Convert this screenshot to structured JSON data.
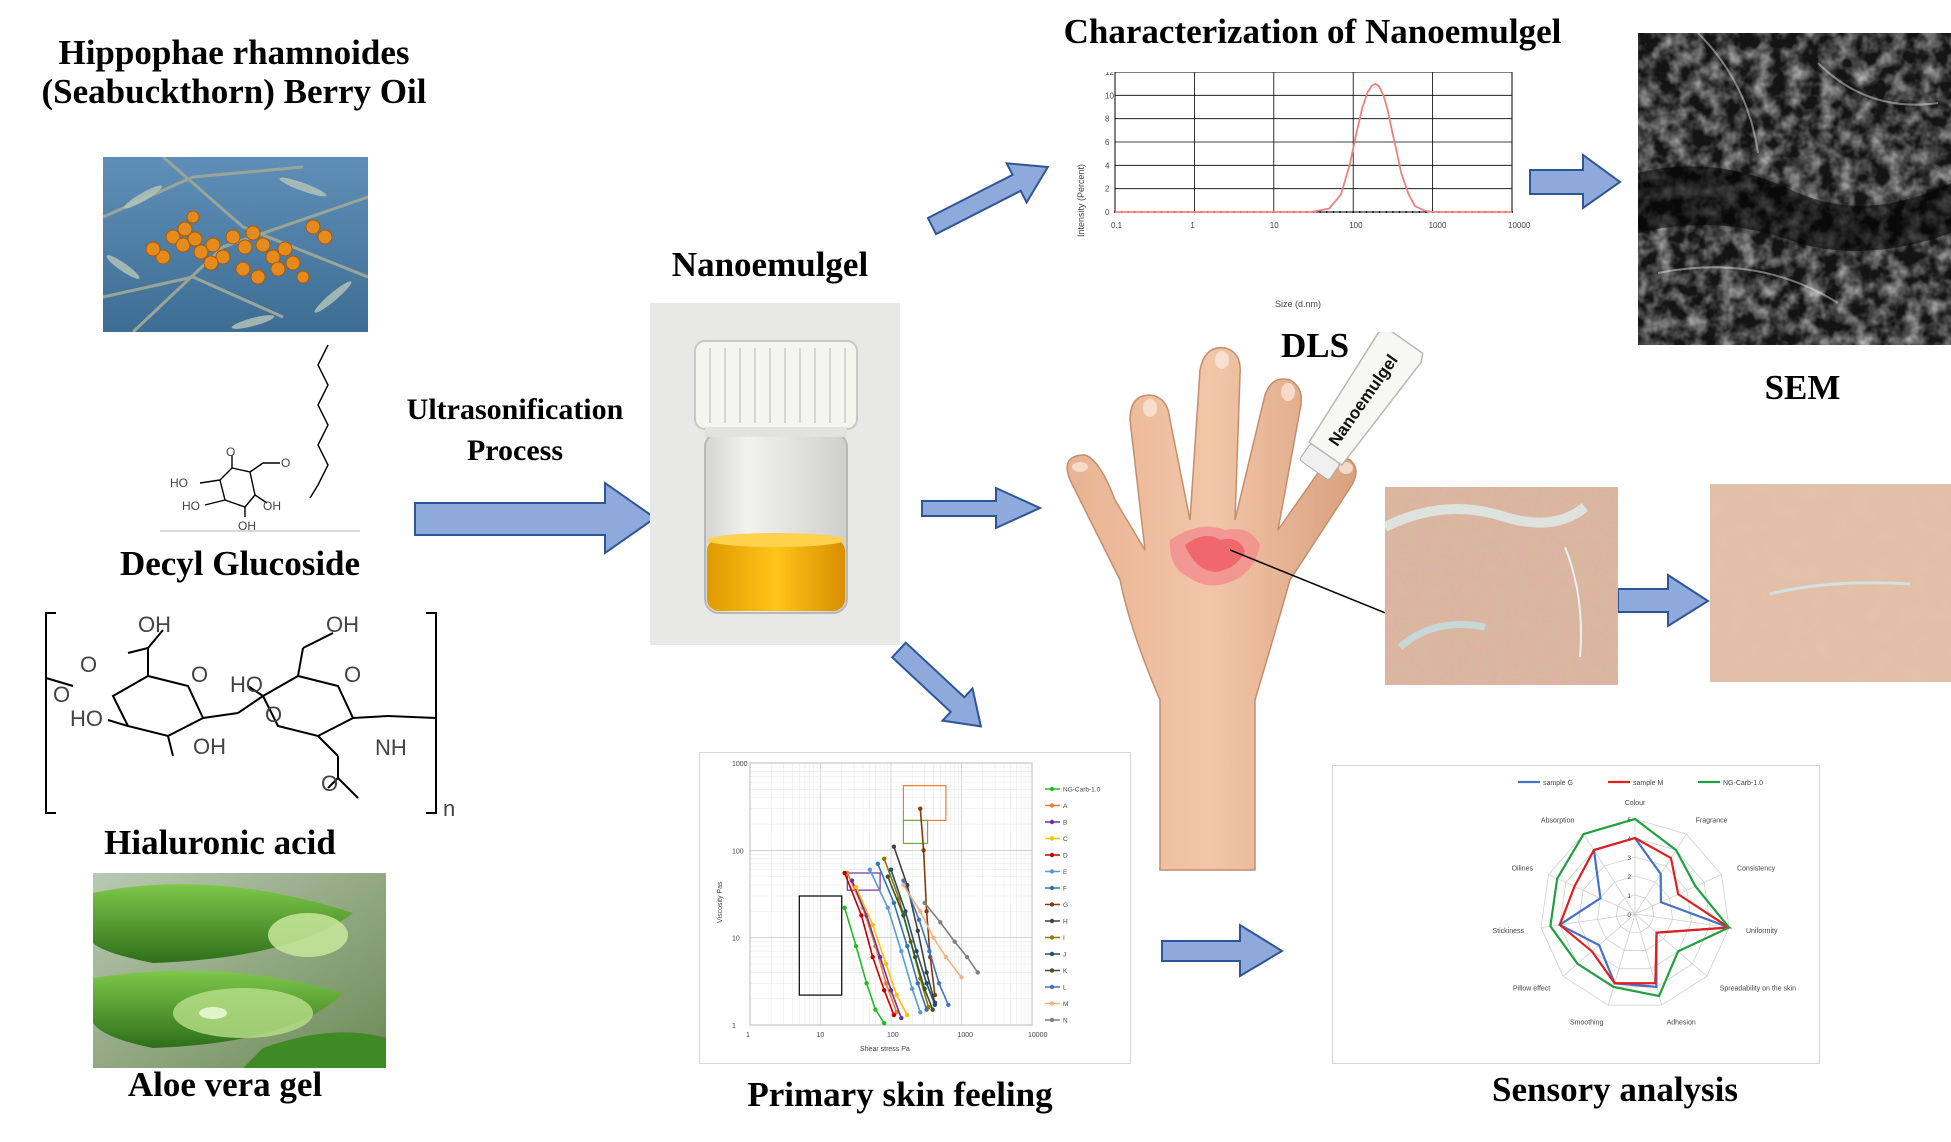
{
  "labels": {
    "seabuckthorn": "Hippophae rhamnoides\n(Seabuckthorn) Berry Oil",
    "decyl": "Decyl Glucoside",
    "hyaluronic": "Hialuronic acid",
    "aloe": "Aloe vera gel",
    "process": "Ultrasonification\nProcess",
    "nanoemulgel": "Nanoemulgel",
    "characterization": "Characterization of Nanoemulgel",
    "dls": "DLS",
    "sem": "SEM",
    "skin_feeling": "Primary skin feeling",
    "sensory": "Sensory analysis",
    "tube": "Nanoemulgel"
  },
  "molecules": {
    "decyl_groups": [
      "HO",
      "O",
      "HO",
      "OH",
      "OH",
      "O"
    ],
    "ha_groups": [
      "OH",
      "O",
      "O",
      "HO",
      "O",
      "HO",
      "OH",
      "OH",
      "O",
      "O",
      "NH",
      "O",
      "n"
    ]
  },
  "colors": {
    "arrow_fill": "#8EA9DB",
    "arrow_stroke": "#2F5597",
    "gel": "#F2B000",
    "dls_curve": "#F08080"
  },
  "chart_data": [
    {
      "type": "line",
      "name": "DLS",
      "xlabel": "Size (d.nm)",
      "ylabel": "Intensity (Percent)",
      "x_scale": "log",
      "xlim": [
        0.1,
        10000
      ],
      "ylim": [
        0,
        12
      ],
      "xticks": [
        "0.1",
        "1",
        "10",
        "100",
        "1000",
        "10000"
      ],
      "yticks": [
        "0",
        "2",
        "4",
        "6",
        "8",
        "10",
        "12"
      ],
      "grid": true,
      "series": [
        {
          "x": [
            0.1,
            30,
            50,
            70,
            90,
            110,
            130,
            150,
            170,
            190,
            210,
            240,
            270,
            300,
            350,
            400,
            500,
            600,
            800,
            1000,
            10000
          ],
          "y": [
            0,
            0,
            0.3,
            1.5,
            4.0,
            6.8,
            8.9,
            10.2,
            10.8,
            11.0,
            10.8,
            10.0,
            8.8,
            7.3,
            5.3,
            3.4,
            1.5,
            0.5,
            0.1,
            0,
            0
          ]
        }
      ]
    },
    {
      "type": "scatter",
      "name": "Primary skin feeling",
      "xlabel": "Shear stress Pa",
      "ylabel": "Viscosity Pas",
      "x_scale": "log",
      "y_scale": "log",
      "xlim": [
        1,
        10000
      ],
      "ylim": [
        1,
        1000
      ],
      "xticks": [
        "1",
        "10",
        "100",
        "1000",
        "10000"
      ],
      "yticks": [
        "1",
        "10",
        "100",
        "1000"
      ],
      "legend_position": "right",
      "series": [
        {
          "name": "NG-Carb-1.0",
          "color": "#22BB22",
          "points": [
            [
              22,
              22
            ],
            [
              32,
              8
            ],
            [
              45,
              3
            ],
            [
              60,
              1.5
            ],
            [
              80,
              1.05
            ]
          ]
        },
        {
          "name": "A",
          "color": "#ED7D31",
          "points": [
            [
              24,
              55
            ],
            [
              40,
              22
            ],
            [
              60,
              8
            ],
            [
              85,
              3
            ],
            [
              120,
              1.4
            ]
          ]
        },
        {
          "name": "B",
          "color": "#7030A0",
          "points": [
            [
              28,
              45
            ],
            [
              45,
              18
            ],
            [
              70,
              6
            ],
            [
              100,
              2.5
            ],
            [
              140,
              1.2
            ]
          ]
        },
        {
          "name": "C",
          "color": "#FFC000",
          "points": [
            [
              32,
              38
            ],
            [
              55,
              14
            ],
            [
              85,
              5
            ],
            [
              120,
              2.2
            ],
            [
              170,
              1.3
            ]
          ]
        },
        {
          "name": "D",
          "color": "#C00000",
          "points": [
            [
              22,
              55
            ],
            [
              38,
              18
            ],
            [
              55,
              6
            ],
            [
              80,
              2.5
            ],
            [
              110,
              1.3
            ]
          ]
        },
        {
          "name": "E",
          "color": "#5B9BD5",
          "points": [
            [
              50,
              60
            ],
            [
              90,
              22
            ],
            [
              140,
              7
            ],
            [
              200,
              2.6
            ],
            [
              260,
              1.4
            ]
          ]
        },
        {
          "name": "F",
          "color": "#2E75B6",
          "points": [
            [
              65,
              70
            ],
            [
              110,
              25
            ],
            [
              170,
              8
            ],
            [
              240,
              3
            ],
            [
              320,
              1.5
            ]
          ]
        },
        {
          "name": "G",
          "color": "#843C0C",
          "points": [
            [
              260,
              300
            ],
            [
              290,
              100
            ],
            [
              320,
              20
            ],
            [
              360,
              6
            ],
            [
              420,
              2.2
            ]
          ]
        },
        {
          "name": "H",
          "color": "#404040",
          "points": [
            [
              110,
              110
            ],
            [
              170,
              40
            ],
            [
              240,
              12
            ],
            [
              320,
              4
            ],
            [
              420,
              1.8
            ]
          ]
        },
        {
          "name": "I",
          "color": "#997300",
          "points": [
            [
              80,
              80
            ],
            [
              130,
              28
            ],
            [
              190,
              9
            ],
            [
              260,
              3.4
            ],
            [
              340,
              1.6
            ]
          ]
        },
        {
          "name": "J",
          "color": "#1F4E79",
          "points": [
            [
              100,
              60
            ],
            [
              160,
              20
            ],
            [
              230,
              7
            ],
            [
              320,
              3
            ],
            [
              420,
              1.7
            ]
          ]
        },
        {
          "name": "K",
          "color": "#375623",
          "points": [
            [
              90,
              50
            ],
            [
              150,
              18
            ],
            [
              220,
              6
            ],
            [
              300,
              2.6
            ],
            [
              390,
              1.5
            ]
          ]
        },
        {
          "name": "L",
          "color": "#4472C4",
          "points": [
            [
              150,
              45
            ],
            [
              250,
              16
            ],
            [
              350,
              7
            ],
            [
              480,
              3
            ],
            [
              650,
              1.7
            ]
          ]
        },
        {
          "name": "M",
          "color": "#F4B183",
          "points": [
            [
              150,
              40
            ],
            [
              260,
              20
            ],
            [
              400,
              10
            ],
            [
              600,
              6
            ],
            [
              1000,
              3.5
            ]
          ]
        },
        {
          "name": "N",
          "color": "#808080",
          "points": [
            [
              300,
              25
            ],
            [
              500,
              15
            ],
            [
              800,
              9
            ],
            [
              1200,
              6
            ],
            [
              1700,
              4
            ]
          ]
        }
      ]
    },
    {
      "type": "radar",
      "name": "Sensory analysis",
      "axes": [
        "Colour",
        "Fragrance",
        "Consistency",
        "Uniformity",
        "Spreadability on the skin",
        "Adhesion",
        "Smoothing",
        "Pillow effect",
        "Stickiness",
        "Oilines",
        "Absorption"
      ],
      "rlim": [
        0,
        5
      ],
      "rticks": [
        "0",
        "1",
        "2",
        "3",
        "4",
        "5"
      ],
      "legend_position": "top",
      "series": [
        {
          "name": "sample G",
          "color": "#4472C4",
          "values": [
            4.0,
            2.5,
            1.5,
            5.0,
            1.5,
            4.0,
            3.8,
            2.5,
            4.0,
            2.0,
            4.0
          ]
        },
        {
          "name": "sample M",
          "color": "#E02020",
          "values": [
            4.0,
            3.5,
            2.5,
            5.0,
            1.5,
            3.8,
            3.8,
            3.0,
            4.0,
            3.5,
            4.0
          ]
        },
        {
          "name": "NG-Carb-1.0",
          "color": "#22A040",
          "values": [
            5.0,
            4.0,
            3.5,
            5.0,
            3.0,
            4.5,
            4.0,
            4.0,
            4.5,
            4.5,
            5.0
          ]
        }
      ]
    }
  ]
}
